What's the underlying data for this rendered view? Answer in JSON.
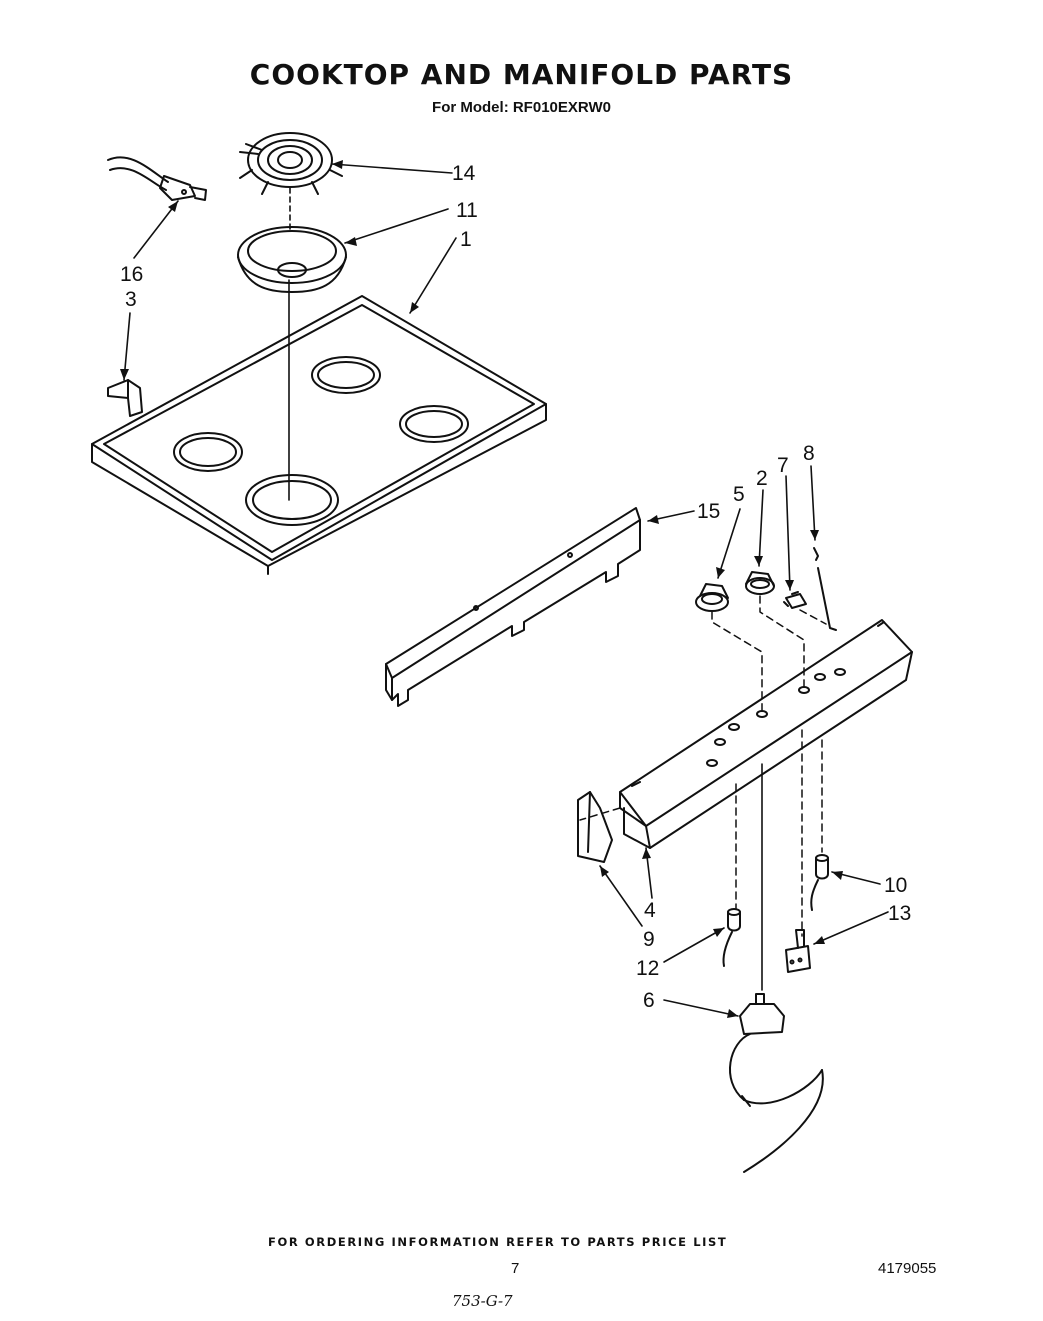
{
  "title": "COOKTOP AND MANIFOLD PARTS",
  "subtitle": "For Model: RF010EXRW0",
  "callouts": [
    "14",
    "11",
    "1",
    "16",
    "3",
    "15",
    "5",
    "2",
    "7",
    "8",
    "10",
    "13",
    "4",
    "9",
    "12",
    "6"
  ],
  "footer": {
    "ordering_note": "FOR ORDERING INFORMATION REFER TO PARTS PRICE LIST",
    "page_number": "7",
    "document_number": "4179055",
    "handwritten_note": "753-G-7"
  }
}
